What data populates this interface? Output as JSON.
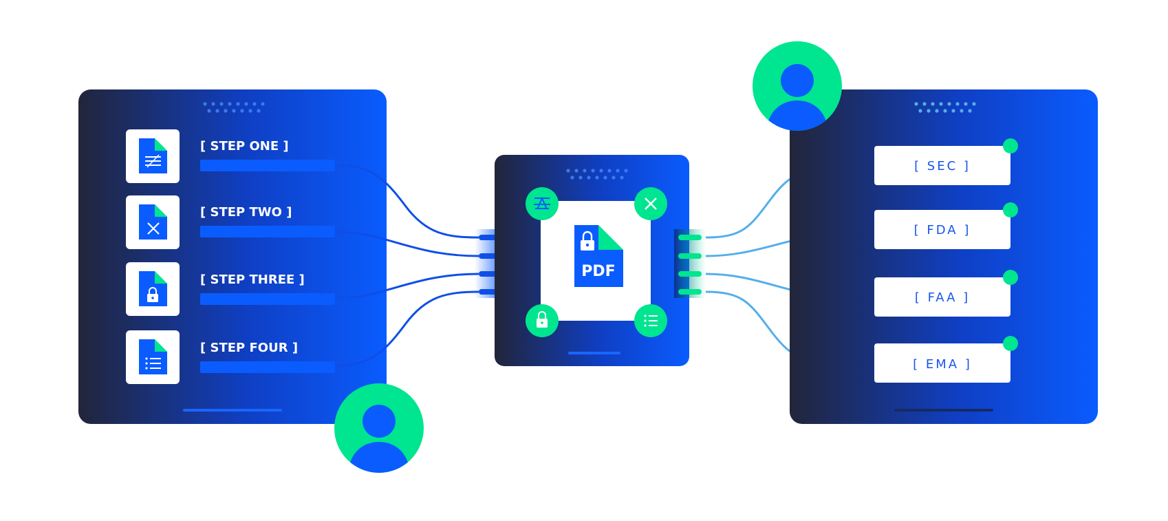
{
  "steps": [
    {
      "label": "[ STEP ONE ]",
      "icon": "document-edit-icon"
    },
    {
      "label": "[ STEP TWO ]",
      "icon": "document-x-icon"
    },
    {
      "label": "[ STEP THREE ]",
      "icon": "document-lock-icon"
    },
    {
      "label": "[ STEP FOUR ]",
      "icon": "document-list-icon"
    }
  ],
  "center": {
    "file_type": "PDF",
    "badges": [
      "strikethrough-icon",
      "close-icon",
      "lock-icon",
      "list-icon"
    ]
  },
  "agencies": [
    "[ SEC ]",
    "[ FDA ]",
    "[ FAA ]",
    "[ EMA ]"
  ],
  "colors": {
    "panel_dark": "#22253a",
    "panel_blue": "#0a5cff",
    "accent_green": "#00e58f",
    "connector_blue": "#0f4fe6",
    "connector_light": "#54aeea",
    "label_blue": "#1756e8"
  }
}
